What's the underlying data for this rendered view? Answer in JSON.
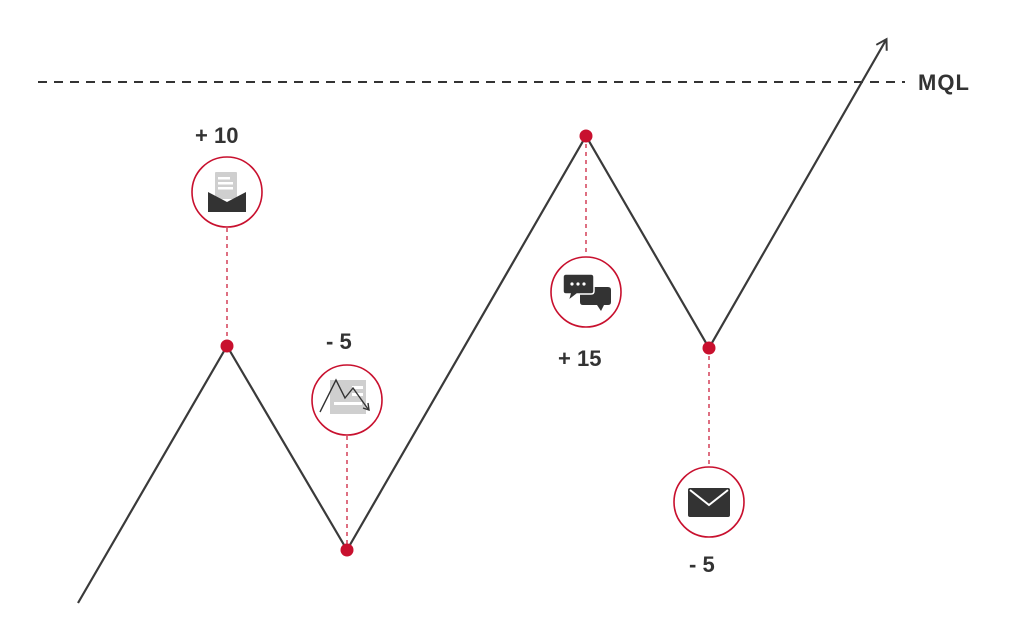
{
  "threshold": {
    "label": "MQL"
  },
  "events": [
    {
      "id": "email-open",
      "score": "+ 10",
      "icon": "open-envelope-document-icon"
    },
    {
      "id": "low-engagement",
      "score": "- 5",
      "icon": "declining-chart-document-icon"
    },
    {
      "id": "chat",
      "score": "+ 15",
      "icon": "chat-bubbles-icon"
    },
    {
      "id": "email-unopened",
      "score": "- 5",
      "icon": "closed-envelope-icon"
    }
  ],
  "colors": {
    "line": "#3a3a3a",
    "accent": "#c8102e",
    "dashed": "#333333",
    "icon_dark": "#333333",
    "icon_light": "#cfcfcf",
    "text": "#333333"
  }
}
